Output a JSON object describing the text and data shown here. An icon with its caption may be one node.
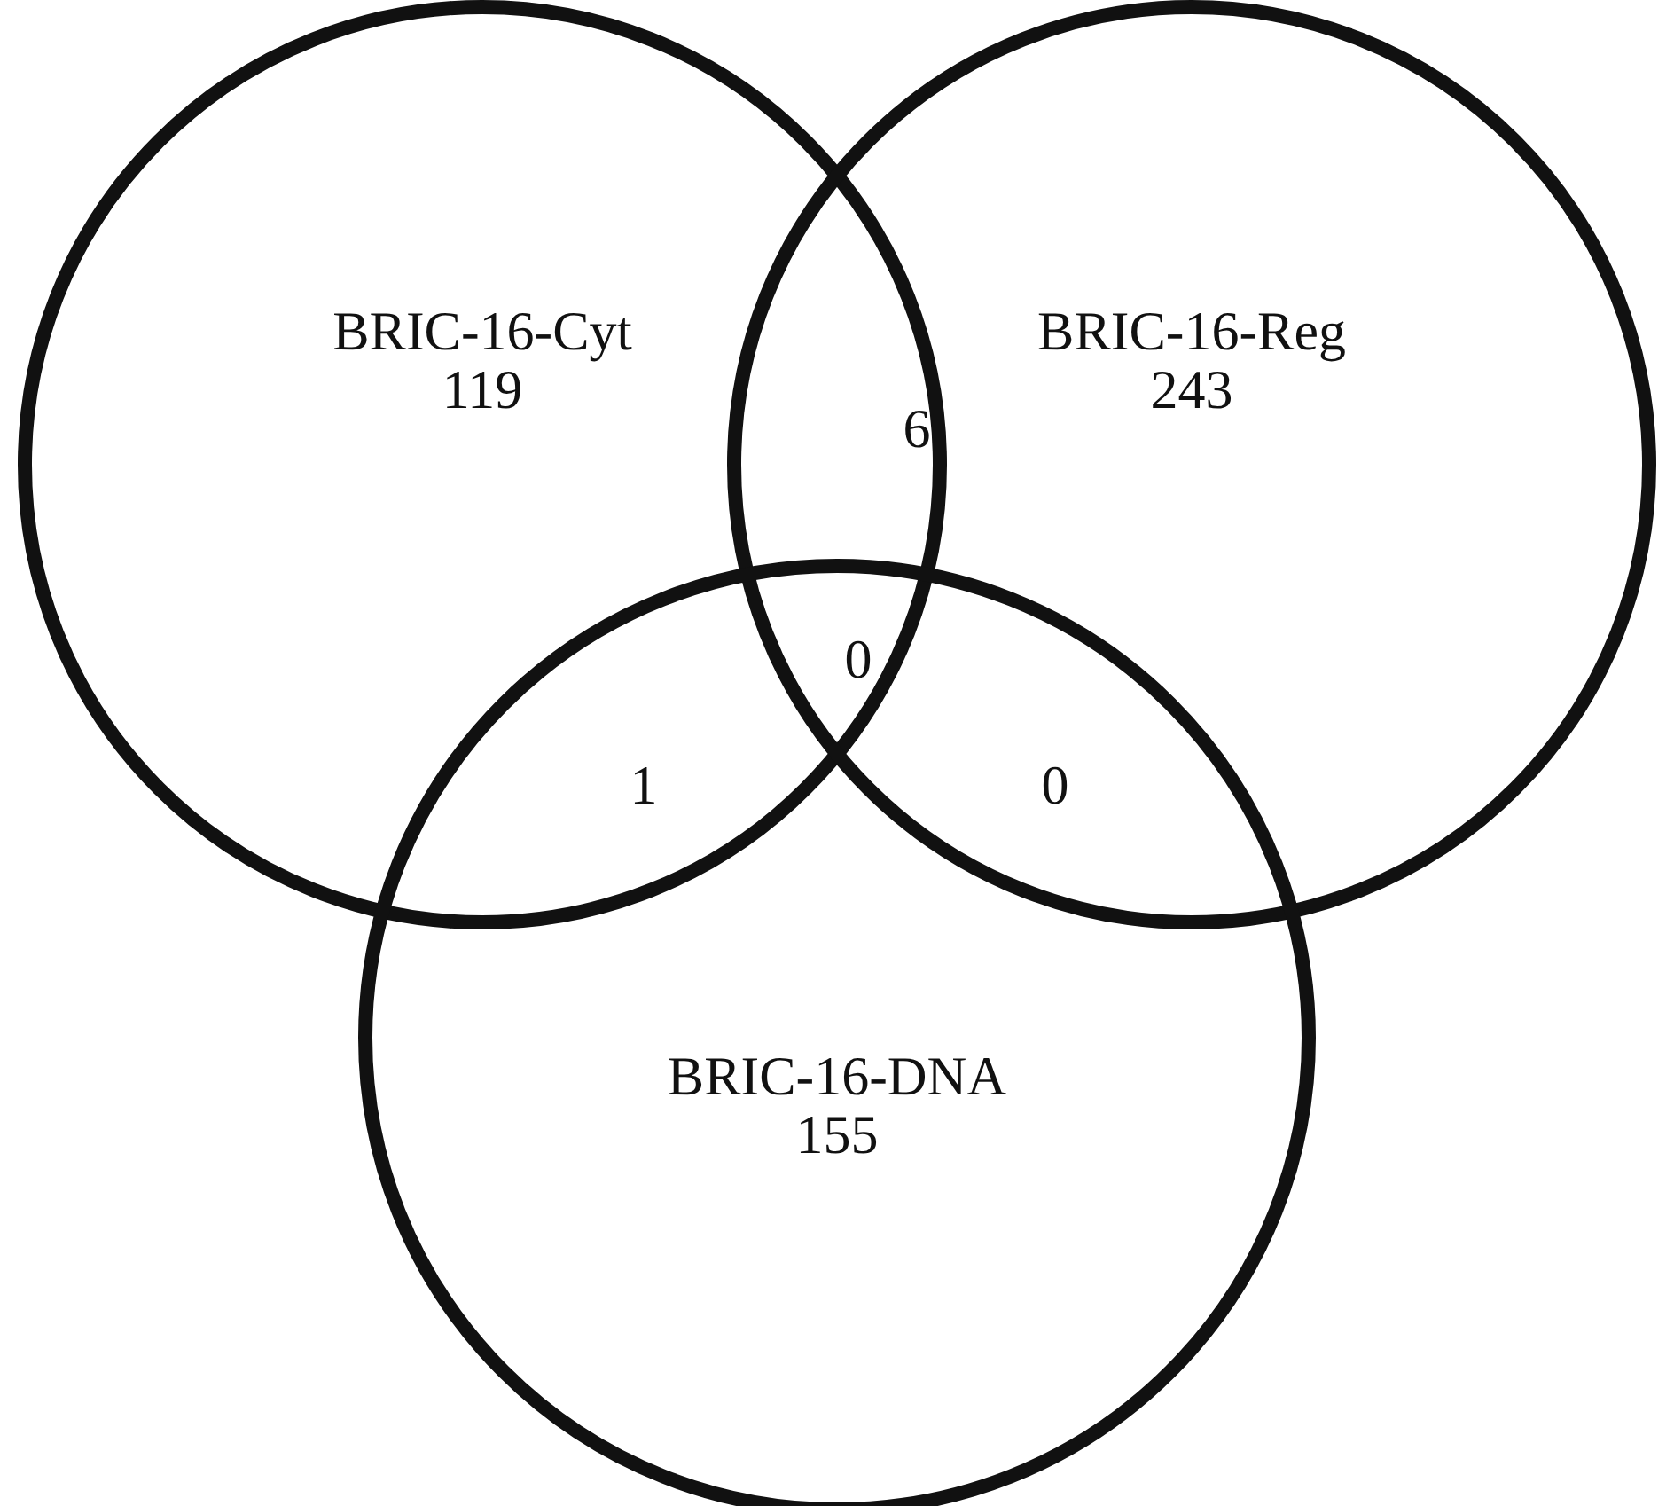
{
  "diagram": {
    "nodes": [
      {
        "text": [
          "BRIC-16-Cyt",
          "119"
        ]
      },
      {
        "text": [
          "BRIC-16-Reg",
          "243"
        ]
      },
      {
        "text": [
          "BRIC-16-DNA",
          "155"
        ]
      }
    ],
    "labels": [
      "6",
      "0",
      "1",
      "0"
    ]
  }
}
